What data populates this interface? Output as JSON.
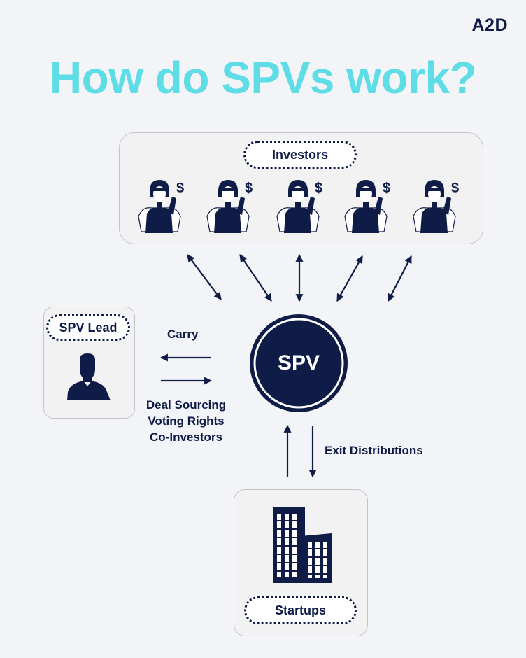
{
  "brand": "A2D",
  "title": "How do SPVs work?",
  "investors": {
    "label": "Investors",
    "icons": [
      "investor-icon",
      "investor-icon",
      "investor-icon",
      "investor-icon",
      "investor-icon"
    ]
  },
  "spv": {
    "label": "SPV"
  },
  "lead": {
    "label": "SPV Lead",
    "icon": "person-silhouette-icon",
    "carry_label": "Carry",
    "contributions": [
      "Deal Sourcing",
      "Voting Rights",
      "Co-Investors"
    ]
  },
  "startups": {
    "label": "Startups",
    "icon": "office-buildings-icon",
    "exit_label": "Exit Distributions"
  },
  "colors": {
    "title": "#5fdde6",
    "navy": "#0f1c47",
    "background": "#f3f4f8",
    "panel": "#f2f2f3"
  }
}
